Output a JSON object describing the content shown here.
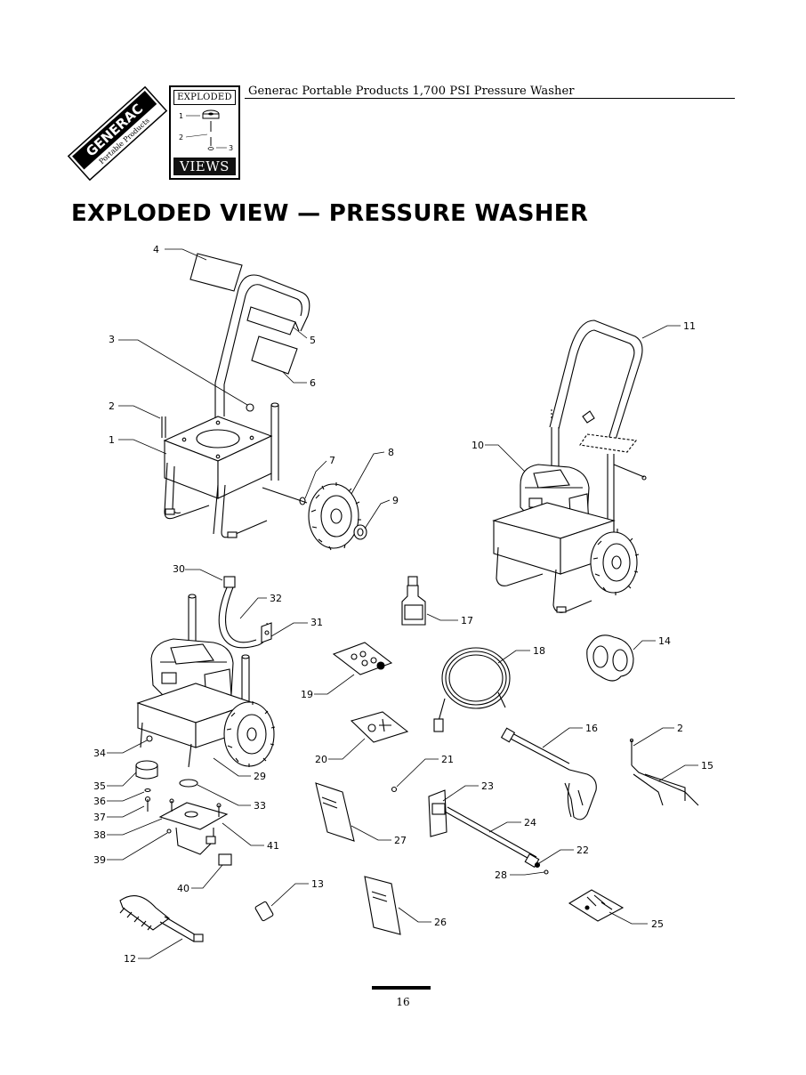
{
  "header": {
    "doc_title": "Generac Portable Products 1,700 PSI Pressure Washer",
    "logo_text": "GENERAC",
    "logo_sub": "Portable Products",
    "badge_top": "EXPLODED",
    "badge_bottom": "VIEWS",
    "badge_items": [
      "1",
      "2",
      "3"
    ]
  },
  "page_title": "EXPLODED VIEW — PRESSURE WASHER",
  "callouts": [
    "1",
    "2",
    "3",
    "4",
    "5",
    "6",
    "7",
    "8",
    "9",
    "10",
    "11",
    "12",
    "13",
    "14",
    "15",
    "16",
    "17",
    "18",
    "19",
    "20",
    "21",
    "22",
    "23",
    "24",
    "25",
    "26",
    "27",
    "28",
    "29",
    "30",
    "31",
    "32",
    "33",
    "34",
    "35",
    "36",
    "37",
    "38",
    "39",
    "40",
    "41",
    "2"
  ],
  "page_number": "16",
  "colors": {
    "ink": "#000000",
    "paper": "#ffffff"
  }
}
